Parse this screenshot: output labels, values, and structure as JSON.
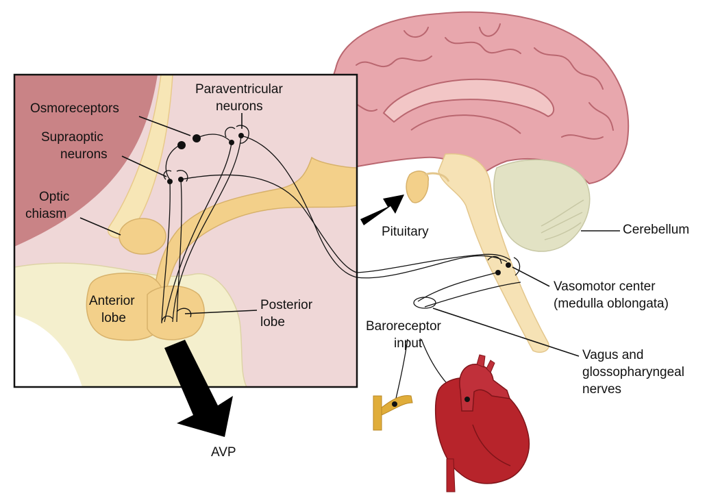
{
  "colors": {
    "brain_pink": "#e8a7ad",
    "brain_outline": "#b9666f",
    "brainstem": "#f6e2b5",
    "cerebellum": "#e2e2c4",
    "inset_bg": "#efd7d7",
    "inset_ventricle": "#c98386",
    "bone": "#f4efcd",
    "pituitary": "#f3d08a",
    "heart_red": "#b7242b",
    "vessel_gold": "#e0ad3a",
    "arrow": "#000000"
  },
  "labels": {
    "osmoreceptors": "Osmoreceptors",
    "paraventricular_1": "Paraventricular",
    "paraventricular_2": "neurons",
    "supraoptic_1": "Supraoptic",
    "supraoptic_2": "neurons",
    "optic_1": "Optic",
    "optic_2": "chiasm",
    "anterior_1": "Anterior",
    "anterior_2": "lobe",
    "posterior_1": "Posterior",
    "posterior_2": "lobe",
    "avp": "AVP",
    "pituitary": "Pituitary",
    "cerebellum": "Cerebellum",
    "vasomotor_1": "Vasomotor center",
    "vasomotor_2": "(medulla oblongata)",
    "baroreceptor_1": "Baroreceptor",
    "baroreceptor_2": "input",
    "vagus_1": "Vagus and",
    "vagus_2": "glossopharyngeal",
    "vagus_3": "nerves"
  }
}
